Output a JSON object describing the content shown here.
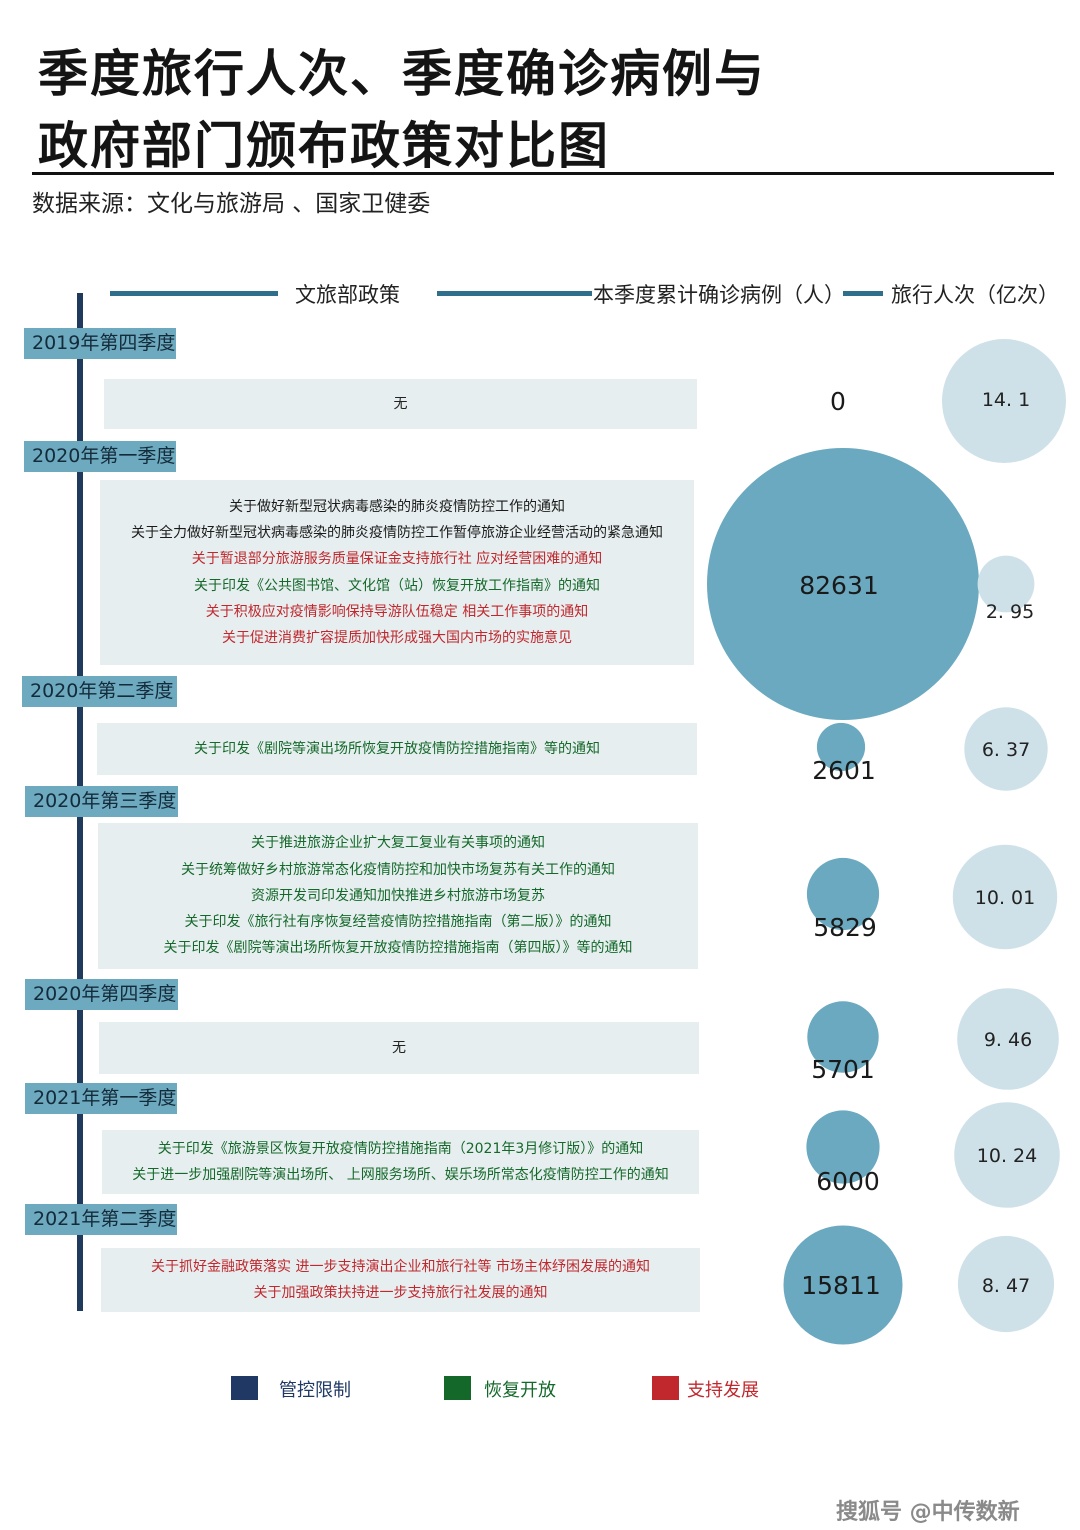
{
  "title_line1": "季度旅行人次、季度确诊病例与",
  "title_line2": "政府部门颁布政策对比图",
  "subtitle": "数据来源：文化与旅游局 、国家卫健委",
  "headers": {
    "policy": "文旅部政策",
    "cases": "本季度累计确诊病例（人）",
    "travel": "旅行人次（亿次）"
  },
  "colors": {
    "spine": "#1f3a5c",
    "quarter_tag": "#6da9bf",
    "policy_box": "#e7eef0",
    "cases_bubble": "#6aa9bf",
    "travel_bubble": "#cfe1e8",
    "control": "#1f3864",
    "reopen": "#14692a",
    "support": "#c0282d"
  },
  "legend": {
    "control": "管控限制",
    "reopen": "恢复开放",
    "support": "支持发展"
  },
  "watermark": "搜狐号 @中传数新",
  "chart_data": {
    "type": "bubble",
    "categories": [
      "2019年第四季度",
      "2020年第一季度",
      "2020年第二季度",
      "2020年第三季度",
      "2020年第四季度",
      "2021年第一季度",
      "2021年第二季度"
    ],
    "series": [
      {
        "name": "本季度累计确诊病例（人）",
        "values": [
          0,
          82631,
          2601,
          5829,
          5701,
          6000,
          15811
        ]
      },
      {
        "name": "旅行人次（亿次）",
        "values": [
          14.1,
          2.95,
          6.37,
          10.01,
          9.46,
          10.24,
          8.47
        ]
      }
    ],
    "value_labels": {
      "cases": [
        "0",
        "82631",
        "2601",
        "5829",
        "5701",
        "6000",
        "15811"
      ],
      "travel": [
        "14. 1",
        "2. 95",
        "6. 37",
        "10. 01",
        "9. 46",
        "10. 24",
        "8. 47"
      ]
    },
    "policies": [
      {
        "quarter": "2019年第四季度",
        "items": [
          {
            "text": "无",
            "type": "none"
          }
        ]
      },
      {
        "quarter": "2020年第一季度",
        "items": [
          {
            "text": "关于做好新型冠状病毒感染的肺炎疫情防控工作的通知",
            "type": "control"
          },
          {
            "text": "关于全力做好新型冠状病毒感染的肺炎疫情防控工作暂停旅游企业经营活动的紧急通知",
            "type": "control"
          },
          {
            "text": "关于暂退部分旅游服务质量保证金支持旅行社 应对经营困难的通知",
            "type": "support"
          },
          {
            "text": "关于印发《公共图书馆、文化馆（站）恢复开放工作指南》的通知",
            "type": "reopen"
          },
          {
            "text": "关于积极应对疫情影响保持导游队伍稳定 相关工作事项的通知",
            "type": "support"
          },
          {
            "text": "关于促进消费扩容提质加快形成强大国内市场的实施意见",
            "type": "support"
          }
        ]
      },
      {
        "quarter": "2020年第二季度",
        "items": [
          {
            "text": "关于印发《剧院等演出场所恢复开放疫情防控措施指南》等的通知",
            "type": "reopen"
          }
        ]
      },
      {
        "quarter": "2020年第三季度",
        "items": [
          {
            "text": "关于推进旅游企业扩大复工复业有关事项的通知",
            "type": "reopen"
          },
          {
            "text": "关于统筹做好乡村旅游常态化疫情防控和加快市场复苏有关工作的通知",
            "type": "reopen"
          },
          {
            "text": "资源开发司印发通知加快推进乡村旅游市场复苏",
            "type": "reopen"
          },
          {
            "text": "关于印发《旅行社有序恢复经营疫情防控措施指南（第二版）》的通知",
            "type": "reopen"
          },
          {
            "text": "关于印发《剧院等演出场所恢复开放疫情防控措施指南（第四版）》等的通知",
            "type": "reopen"
          }
        ]
      },
      {
        "quarter": "2020年第四季度",
        "items": [
          {
            "text": "无",
            "type": "none"
          }
        ]
      },
      {
        "quarter": "2021年第一季度",
        "items": [
          {
            "text": "关于印发《旅游景区恢复开放疫情防控措施指南（2021年3月修订版）》的通知",
            "type": "reopen"
          },
          {
            "text": "关于进一步加强剧院等演出场所、 上网服务场所、娱乐场所常态化疫情防控工作的通知",
            "type": "reopen"
          }
        ]
      },
      {
        "quarter": "2021年第二季度",
        "items": [
          {
            "text": "关于抓好金融政策落实 进一步支持演出企业和旅行社等 市场主体纾困发展的通知",
            "type": "support"
          },
          {
            "text": "关于加强政策扶持进一步支持旅行社发展的通知",
            "type": "support"
          }
        ]
      }
    ]
  }
}
